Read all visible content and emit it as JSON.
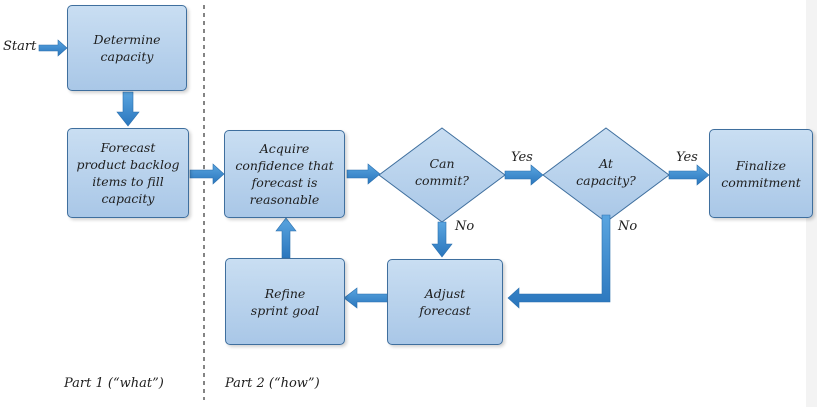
{
  "labels": {
    "start": "Start",
    "part1": "Part 1 (“what”)",
    "part2": "Part 2 (“how”)",
    "yes1": "Yes",
    "yes2": "Yes",
    "no1": "No",
    "no2": "No"
  },
  "nodes": {
    "determine": "Determine\ncapacity",
    "forecast_items": "Forecast\nproduct backlog\nitems to fill\ncapacity",
    "acquire": "Acquire\nconfidence that\nforecast is\nreasonable",
    "can_commit": "Can\ncommit?",
    "at_capacity": "At\ncapacity?",
    "finalize": "Finalize\ncommitment",
    "adjust": "Adjust\nforecast",
    "refine": "Refine\nsprint goal"
  },
  "colors": {
    "box_top": "#c9def2",
    "box_bottom": "#a9c7e7",
    "border": "#3f6f9e",
    "arrow": "#2f82c9"
  }
}
